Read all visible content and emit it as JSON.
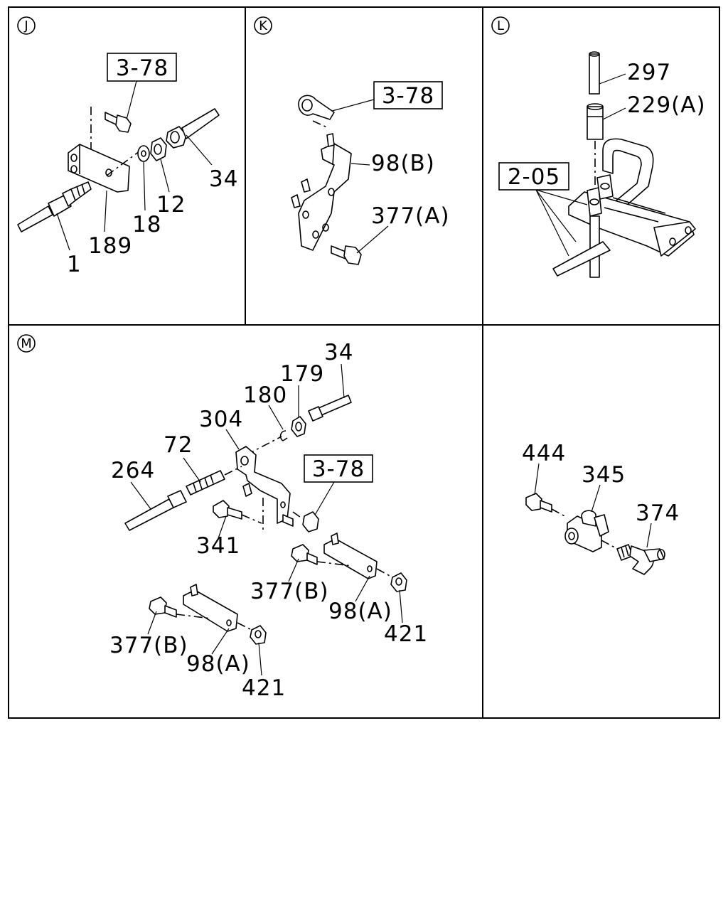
{
  "panels": [
    {
      "key": "J",
      "refs": [
        "3-78"
      ],
      "labels": [
        "34",
        "12",
        "18",
        "189",
        "1"
      ]
    },
    {
      "key": "K",
      "refs": [
        "3-78"
      ],
      "labels": [
        "98(B)",
        "377(A)"
      ]
    },
    {
      "key": "L",
      "refs": [
        "2-05"
      ],
      "labels": [
        "297",
        "229(A)"
      ]
    },
    {
      "key": "M",
      "refs": [
        "3-78"
      ],
      "labels": [
        "34",
        "179",
        "180",
        "304",
        "72",
        "264",
        "341",
        "377(B)",
        "98(A)",
        "421",
        "377(B)",
        "98(A)",
        "421"
      ]
    },
    {
      "key": "",
      "refs": [],
      "labels": [
        "444",
        "345",
        "374"
      ]
    }
  ]
}
